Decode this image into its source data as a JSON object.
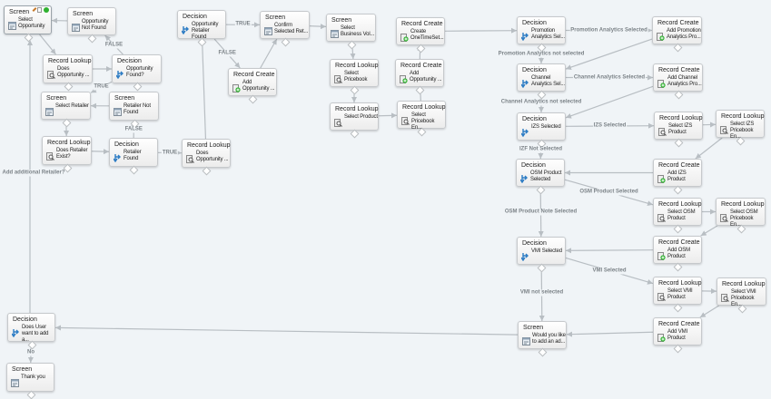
{
  "nodes": [
    {
      "id": "n1",
      "type": "Screen",
      "label": "Select Opportunity",
      "selected": true
    },
    {
      "id": "n2",
      "type": "Screen",
      "label": "Opportunity Not Found"
    },
    {
      "id": "n3",
      "type": "Record Lookup",
      "label": "Does Opportunity ..."
    },
    {
      "id": "n4",
      "type": "Decision",
      "label": "Opportunity Found?"
    },
    {
      "id": "n5",
      "type": "Screen",
      "label": "Select Retailer"
    },
    {
      "id": "n6",
      "type": "Screen",
      "label": "Retailer Not Found"
    },
    {
      "id": "n7",
      "type": "Record Lookup",
      "label": "Does Retailer Exist?"
    },
    {
      "id": "n8",
      "type": "Decision",
      "label": "Retailer Found"
    },
    {
      "id": "n9",
      "type": "Record Lookup",
      "label": "Does Opportunity ..."
    },
    {
      "id": "n10",
      "type": "Decision",
      "label": "Opportunity Retailer Found"
    },
    {
      "id": "n11",
      "type": "Screen",
      "label": "Confirm Selected Ret..."
    },
    {
      "id": "n12",
      "type": "Record Create",
      "label": "Add Opportunity ..."
    },
    {
      "id": "n13",
      "type": "Screen",
      "label": "Select Business Vol..."
    },
    {
      "id": "n14",
      "type": "Record Lookup",
      "label": "Select Pricebook"
    },
    {
      "id": "n15",
      "type": "Record Lookup",
      "label": "Select Product"
    },
    {
      "id": "n16",
      "type": "Record Create",
      "label": "Create OneTimeSet..."
    },
    {
      "id": "n17",
      "type": "Record Create",
      "label": "Add Opportunity ..."
    },
    {
      "id": "n18",
      "type": "Record Lookup",
      "label": "Select Pricebook En..."
    },
    {
      "id": "n19",
      "type": "Decision",
      "label": "Promotion Analytics Sel..."
    },
    {
      "id": "n20",
      "type": "Record Create",
      "label": "Add Promotion Analytics Pro..."
    },
    {
      "id": "n21",
      "type": "Decision",
      "label": "Channel Analytics Sel..."
    },
    {
      "id": "n22",
      "type": "Record Create",
      "label": "Add Channel Analytics Pro..."
    },
    {
      "id": "n23",
      "type": "Decision",
      "label": "IZS Selected"
    },
    {
      "id": "n24",
      "type": "Record Lookup",
      "label": "Select IZS Product"
    },
    {
      "id": "n25",
      "type": "Record Lookup",
      "label": "Select IZS Pricebook En..."
    },
    {
      "id": "n26",
      "type": "Decision",
      "label": "OSM Product Selected"
    },
    {
      "id": "n27",
      "type": "Record Create",
      "label": "Add IZS Product"
    },
    {
      "id": "n28",
      "type": "Record Lookup",
      "label": "Select OSM Product"
    },
    {
      "id": "n29",
      "type": "Record Lookup",
      "label": "Select OSM Pricebook En..."
    },
    {
      "id": "n30",
      "type": "Record Create",
      "label": "Add OSM Product"
    },
    {
      "id": "n31",
      "type": "Decision",
      "label": "VMI Selected"
    },
    {
      "id": "n32",
      "type": "Record Lookup",
      "label": "Select VMI Product"
    },
    {
      "id": "n33",
      "type": "Record Lookup",
      "label": "Select VMI Pricebook En..."
    },
    {
      "id": "n34",
      "type": "Record Create",
      "label": "Add VMI Product"
    },
    {
      "id": "n35",
      "type": "Screen",
      "label": "Would you like to add an ad..."
    },
    {
      "id": "n36",
      "type": "Decision",
      "label": "Does User want to add a..."
    },
    {
      "id": "n37",
      "type": "Screen",
      "label": "Thank you"
    }
  ],
  "edges": [
    {
      "from": "n1",
      "to": "n3",
      "label": ""
    },
    {
      "from": "n3",
      "to": "n4",
      "label": ""
    },
    {
      "from": "n4",
      "to": "n2",
      "label": "FALSE"
    },
    {
      "from": "n2",
      "to": "n1",
      "label": ""
    },
    {
      "from": "n4",
      "to": "n5",
      "label": "TRUE"
    },
    {
      "from": "n6",
      "to": "n5",
      "label": ""
    },
    {
      "from": "n5",
      "to": "n7",
      "label": ""
    },
    {
      "from": "n7",
      "to": "n8",
      "label": ""
    },
    {
      "from": "n8",
      "to": "n6",
      "label": "FALSE"
    },
    {
      "from": "n8",
      "to": "n9",
      "label": "TRUE"
    },
    {
      "from": "n9",
      "to": "n10",
      "label": ""
    },
    {
      "from": "n10",
      "to": "n11",
      "label": "TRUE"
    },
    {
      "from": "n10",
      "to": "n12",
      "label": "FALSE"
    },
    {
      "from": "n12",
      "to": "n11",
      "label": ""
    },
    {
      "from": "n11",
      "to": "n13",
      "label": ""
    },
    {
      "from": "n13",
      "to": "n14",
      "label": ""
    },
    {
      "from": "n14",
      "to": "n15",
      "label": ""
    },
    {
      "from": "n15",
      "to": "n18",
      "label": ""
    },
    {
      "from": "n18",
      "to": "n17",
      "label": ""
    },
    {
      "from": "n17",
      "to": "n16",
      "label": ""
    },
    {
      "from": "n16",
      "to": "n19",
      "label": ""
    },
    {
      "from": "n19",
      "to": "n20",
      "label": "Promotion Analytics Selected"
    },
    {
      "from": "n19",
      "to": "n21",
      "label": "Promotion Analytics not selected"
    },
    {
      "from": "n20",
      "to": "n21",
      "label": ""
    },
    {
      "from": "n21",
      "to": "n22",
      "label": "Channel Analytics Selected"
    },
    {
      "from": "n21",
      "to": "n23",
      "label": "Channel Analytics not selected"
    },
    {
      "from": "n22",
      "to": "n23",
      "label": ""
    },
    {
      "from": "n23",
      "to": "n24",
      "label": "IZS Selected"
    },
    {
      "from": "n24",
      "to": "n25",
      "label": ""
    },
    {
      "from": "n25",
      "to": "n27",
      "label": ""
    },
    {
      "from": "n27",
      "to": "n26",
      "label": ""
    },
    {
      "from": "n23",
      "to": "n26",
      "label": "IZF Not Selected"
    },
    {
      "from": "n26",
      "to": "n28",
      "label": "OSM Product Selected"
    },
    {
      "from": "n28",
      "to": "n29",
      "label": ""
    },
    {
      "from": "n29",
      "to": "n30",
      "label": ""
    },
    {
      "from": "n30",
      "to": "n31",
      "label": ""
    },
    {
      "from": "n26",
      "to": "n31",
      "label": "OSM Product Note Selected"
    },
    {
      "from": "n31",
      "to": "n32",
      "label": "VMI Selected"
    },
    {
      "from": "n32",
      "to": "n33",
      "label": ""
    },
    {
      "from": "n33",
      "to": "n34",
      "label": ""
    },
    {
      "from": "n34",
      "to": "n35",
      "label": ""
    },
    {
      "from": "n31",
      "to": "n35",
      "label": "VMI not selected"
    },
    {
      "from": "n35",
      "to": "n36",
      "label": ""
    },
    {
      "from": "n36",
      "to": "n37",
      "label": "No"
    },
    {
      "from": "n36",
      "to": "n1",
      "label": "Add additional Retailer?"
    }
  ],
  "colors": {
    "canvas": "#f0f4f7",
    "connector": "#b8bec3",
    "edge_label": "#7c8388",
    "decision_icon": "#2d7cc4",
    "create_badge": "#2fb12f"
  }
}
